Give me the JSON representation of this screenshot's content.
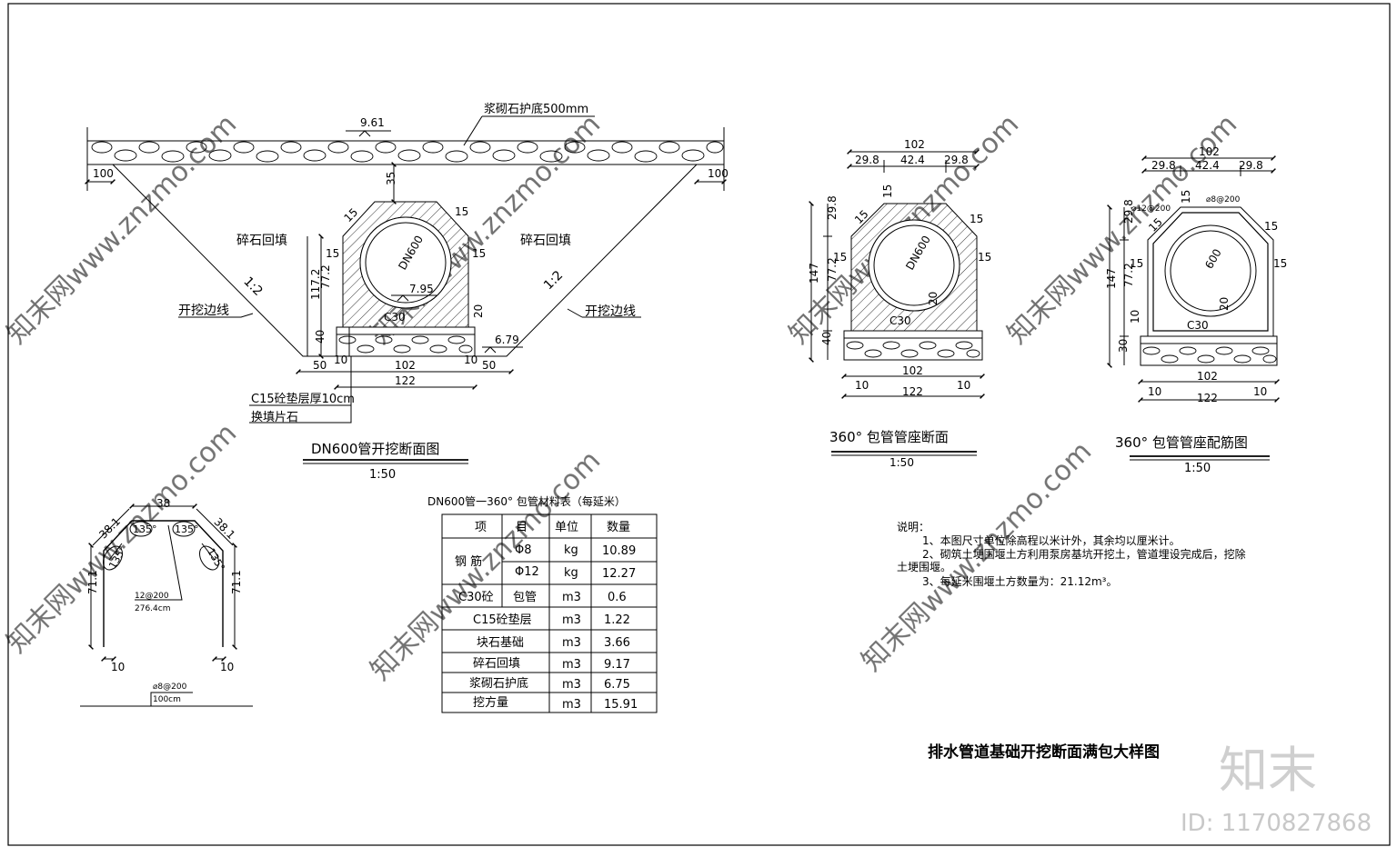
{
  "title": "排水管道基础开挖断面满包大样图",
  "section_main": {
    "title": "DN600管开挖断面图",
    "scale": "1:50",
    "top_label": "浆砌石护底500mm",
    "elev_top": "9.61",
    "elev_bottom": "6.79",
    "invert": "7.95",
    "fill_left": "碎石回填",
    "fill_right": "碎石回填",
    "slope": "1:2",
    "edge_left": "开挖边线",
    "edge_right": "开挖边线",
    "pipe": "DN600",
    "concrete": "C30",
    "callout1": "C15砼垫层厚10cm",
    "callout2": "换填片石",
    "dims": {
      "d100a": "100",
      "d100b": "100",
      "d35": "35",
      "d15a": "15",
      "d15b": "15",
      "d15c": "15",
      "d15d": "15",
      "d117": "117.2",
      "d772": "77.2",
      "d40": "40",
      "d20": "20",
      "d50a": "50",
      "d10a": "10",
      "d102": "102",
      "d10b": "10",
      "d50b": "50",
      "d122": "122"
    }
  },
  "section_360": {
    "title": "360° 包管管座断面",
    "scale": "1:50",
    "pipe": "DN600",
    "concrete": "C30",
    "dims": {
      "d102t": "102",
      "d298a": "29.8",
      "d424": "42.4",
      "d298b": "29.8",
      "d147": "147",
      "d298v": "29.8",
      "d772": "77.2",
      "d40": "40",
      "d15a": "15",
      "d15b": "15",
      "d15c": "15",
      "d15d": "15",
      "d15e": "15",
      "d20": "20",
      "d102b": "102",
      "d10a": "10",
      "d10b": "10",
      "d122": "122"
    }
  },
  "section_rebar": {
    "title": "360° 包管管座配筋图",
    "scale": "1:50",
    "pipe": "600",
    "concrete": "C30",
    "rebar_a": "⌀12@200",
    "rebar_b": "⌀8@200",
    "dims": {
      "d102t": "102",
      "d298a": "29.8",
      "d424": "42.4",
      "d298b": "29.8",
      "d147": "147",
      "d298v": "29.8",
      "d772": "77.2",
      "d10v": "10",
      "d30": "30",
      "d15a": "15",
      "d15b": "15",
      "d15c": "15",
      "d15d": "15",
      "d15e": "15",
      "d20": "20",
      "d102b": "102",
      "d10a": "10",
      "d10b": "10",
      "d122": "122"
    }
  },
  "rebar_shape": {
    "d38": "38",
    "d381a": "38.1",
    "d381b": "38.1",
    "a135a": "135°",
    "a135b": "135°",
    "a135c": "135°",
    "a135d": "135°",
    "d711a": "71.1",
    "d711b": "71.1",
    "d10a": "10",
    "d10b": "10",
    "bar_label": "12@200",
    "bar_len": "276.4cm",
    "bottom_bar": "⌀8@200",
    "bottom_len": "100cm"
  },
  "table": {
    "title": "DN600管一360° 包管材料表（每延米）",
    "headers": [
      "项",
      "目",
      "单位",
      "数量"
    ],
    "rows": [
      [
        "钢  筋",
        "Φ8",
        "kg",
        "10.89"
      ],
      [
        "",
        "Φ12",
        "kg",
        "12.27"
      ],
      [
        "C30砼",
        "包管",
        "m3",
        "0.6"
      ],
      [
        "C15砼垫层",
        "",
        "m3",
        "1.22"
      ],
      [
        "块石基础",
        "",
        "m3",
        "3.66"
      ],
      [
        "碎石回填",
        "",
        "m3",
        "9.17"
      ],
      [
        "浆砌石护底",
        "",
        "m3",
        "6.75"
      ],
      [
        "挖方量",
        "",
        "m3",
        "15.91"
      ]
    ]
  },
  "notes": {
    "heading": "说明：",
    "line1": "1、本图尺寸单位除高程以米计外，其余均以厘米计。",
    "line2a": "2、砌筑土埂围堰土方利用泵房基坑开挖土，管道埋设完成后，挖除",
    "line2b": "土埂围堰。",
    "line3": "3、每延米围堰土方数量为：21.12m³。"
  },
  "brand": {
    "logo": "知末",
    "id": "ID: 1170827868",
    "watermark": "知末网www.znzmo.com"
  }
}
